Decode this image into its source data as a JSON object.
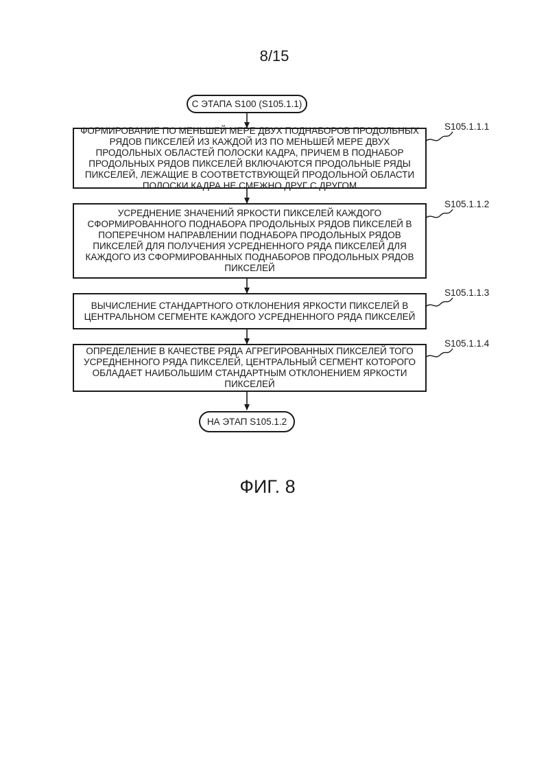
{
  "page_number": "8/15",
  "flowchart": {
    "start": "С ЭТАПА S100 (S105.1.1)",
    "steps": [
      {
        "id": "S105.1.1.1",
        "text": "ФОРМИРОВАНИЕ ПО МЕНЬШЕЙ МЕРЕ ДВУХ ПОДНАБОРОВ ПРОДОЛЬНЫХ РЯДОВ ПИКСЕЛЕЙ ИЗ КАЖДОЙ ИЗ ПО МЕНЬШЕЙ МЕРЕ ДВУХ ПРОДОЛЬНЫХ ОБЛАСТЕЙ ПОЛОСКИ КАДРА, ПРИЧЕМ В ПОДНАБОР ПРОДОЛЬНЫХ РЯДОВ ПИКСЕЛЕЙ ВКЛЮЧАЮТСЯ ПРОДОЛЬНЫЕ РЯДЫ ПИКСЕЛЕЙ, ЛЕЖАЩИЕ В СООТВЕТСТВУЮЩЕЙ ПРОДОЛЬНОЙ ОБЛАСТИ ПОЛОСКИ КАДРА НЕ СМЕЖНО ДРУГ С ДРУГОМ"
      },
      {
        "id": "S105.1.1.2",
        "text": "УСРЕДНЕНИЕ ЗНАЧЕНИЙ ЯРКОСТИ ПИКСЕЛЕЙ КАЖДОГО СФОРМИРОВАННОГО ПОДНАБОРА ПРОДОЛЬНЫХ РЯДОВ ПИКСЕЛЕЙ В ПОПЕРЕЧНОМ НАПРАВЛЕНИИ ПОДНАБОРА ПРОДОЛЬНЫХ РЯДОВ ПИКСЕЛЕЙ ДЛЯ ПОЛУЧЕНИЯ УСРЕДНЕННОГО РЯДА ПИКСЕЛЕЙ ДЛЯ КАЖДОГО ИЗ СФОРМИРОВАННЫХ ПОДНАБОРОВ ПРОДОЛЬНЫХ РЯДОВ ПИКСЕЛЕЙ"
      },
      {
        "id": "S105.1.1.3",
        "text": "ВЫЧИСЛЕНИЕ СТАНДАРТНОГО ОТКЛОНЕНИЯ ЯРКОСТИ ПИКСЕЛЕЙ В ЦЕНТРАЛЬНОМ СЕГМЕНТЕ КАЖДОГО УСРЕДНЕННОГО РЯДА ПИКСЕЛЕЙ"
      },
      {
        "id": "S105.1.1.4",
        "text": "ОПРЕДЕЛЕНИЕ В КАЧЕСТВЕ РЯДА АГРЕГИРОВАННЫХ ПИКСЕЛЕЙ ТОГО УСРЕДНЕННОГО РЯДА ПИКСЕЛЕЙ, ЦЕНТРАЛЬНЫЙ СЕГМЕНТ КОТОРОГО ОБЛАДАЕТ НАИБОЛЬШИМ СТАНДАРТНЫМ ОТКЛОНЕНИЕМ ЯРКОСТИ ПИКСЕЛЕЙ"
      }
    ],
    "end": "НА ЭТАП S105.1.2"
  },
  "caption": "ФИГ. 8"
}
